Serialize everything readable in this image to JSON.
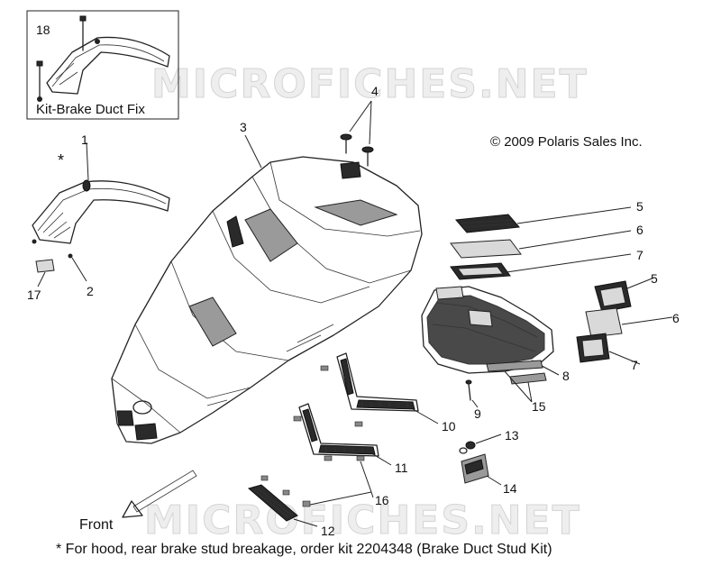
{
  "watermark": "MICROFICHES.NET",
  "inset": {
    "part_number": "18",
    "label": "Kit-Brake Duct Fix"
  },
  "copyright": "© 2009 Polaris Sales Inc.",
  "asterisk": "*",
  "front_label": "Front",
  "footnote": "* For hood, rear brake stud breakage, order kit 2204348 (Brake Duct Stud Kit)",
  "callouts": {
    "c1": "1",
    "c2": "2",
    "c3": "3",
    "c4": "4",
    "c5a": "5",
    "c5b": "5",
    "c6a": "6",
    "c6b": "6",
    "c7a": "7",
    "c7b": "7",
    "c8": "8",
    "c9": "9",
    "c10": "10",
    "c11": "11",
    "c12": "12",
    "c13": "13",
    "c14": "14",
    "c15": "15",
    "c16": "16",
    "c17": "17"
  }
}
